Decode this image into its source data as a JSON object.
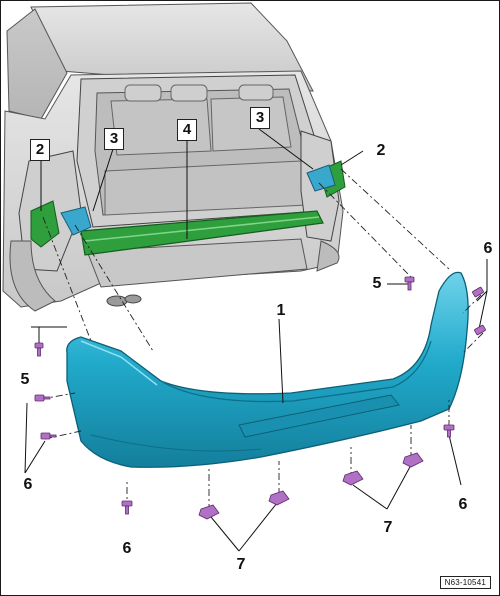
{
  "diagram": {
    "labels": {
      "bumper_cover": "1",
      "guide_left": "2",
      "guide_right": "2",
      "bracket_left": "3",
      "bracket_right": "3",
      "carrier": "4",
      "rivet_left": "5",
      "rivet_right": "5",
      "clip_left_a": "6",
      "clip_left_b": "6",
      "clip_right_a": "6",
      "clip_right_b": "6",
      "clip_bottom_left": "6",
      "nut_pair_left": "7",
      "nut_pair_right": "7"
    },
    "figure_ref": "N63-10541"
  },
  "colors": {
    "bumper": "#20a8c8",
    "carrier": "#2a9a3a",
    "bracket": "#38a8c8",
    "fastener": "#b070c0",
    "car_body": "#dadada"
  }
}
